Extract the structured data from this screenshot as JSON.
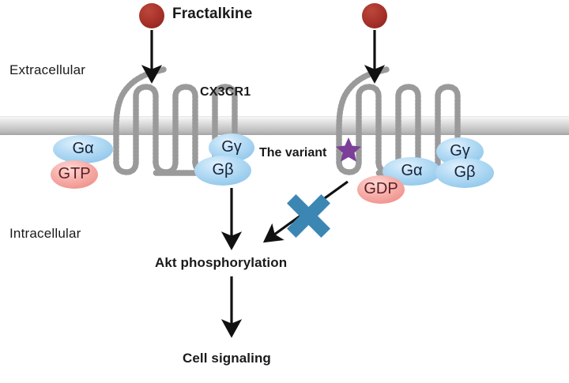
{
  "figure": {
    "title": "Fractalkine / CX3CR1 signaling pathway with variant",
    "background_color": "#ffffff"
  },
  "colors": {
    "ligand": "#a8322a",
    "membrane_light": "#fcfcfc",
    "membrane_mid": "#c9c9c9",
    "membrane_dark": "#9d9d9d",
    "receptor": "#9a9a9a",
    "g_protein_blue": "#a9d6f2",
    "nucleotide_pink": "#f5a8a4",
    "block_x_blue": "#3c86b4",
    "variant_star": "#7b3f98",
    "arrow": "#111111",
    "text": "#1a1a1a"
  },
  "compartments": {
    "extracellular": "Extracellular",
    "intracellular": "Intracellular"
  },
  "ligands": [
    {
      "id": "ligand-left",
      "label": "Fractalkine",
      "color": "#a8322a"
    },
    {
      "id": "ligand-right",
      "label": "",
      "color": "#a8322a"
    }
  ],
  "receptors": [
    {
      "id": "receptor-left",
      "label": "CX3CR1",
      "state": "wild-type"
    },
    {
      "id": "receptor-right",
      "label": "",
      "state": "variant"
    }
  ],
  "variant": {
    "label": "The variant",
    "marker": "star",
    "marker_color": "#7b3f98"
  },
  "g_protein_left": {
    "alpha": "Gα",
    "nucleotide": "GTP",
    "gamma": "Gγ",
    "beta": "Gβ"
  },
  "g_protein_right": {
    "alpha": "Gα",
    "nucleotide": "GDP",
    "gamma": "Gγ",
    "beta": "Gβ"
  },
  "pathway": {
    "step_1": "Akt phosphorylation",
    "step_2": "Cell signaling",
    "blocked_symbol": "X",
    "blocked_meaning": "inhibition"
  }
}
